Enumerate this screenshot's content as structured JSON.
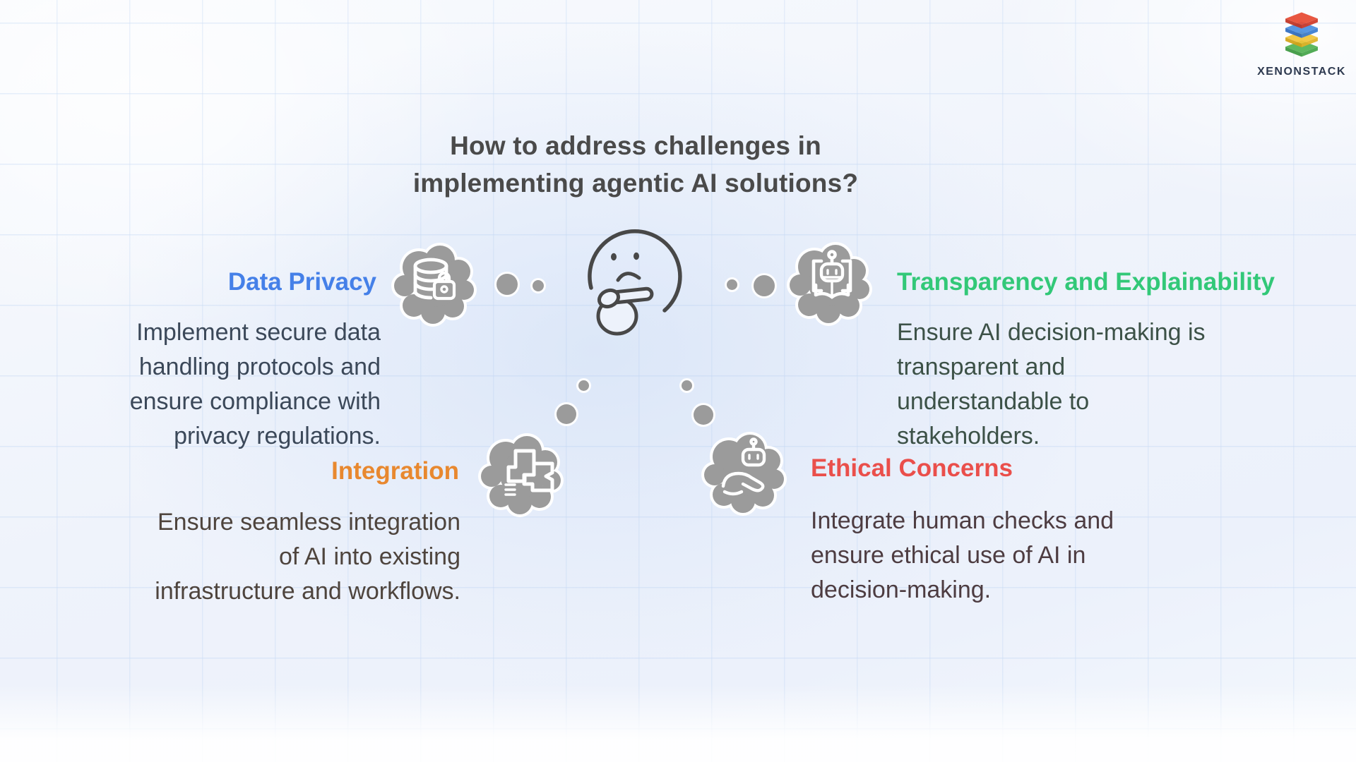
{
  "title": {
    "line1": "How to address challenges in",
    "line2": "implementing agentic AI solutions?"
  },
  "brand": {
    "wordmark": "XENONSTACK",
    "logo_layer_colors": [
      "#e64a33",
      "#4a8fe0",
      "#f1c438",
      "#56b457"
    ]
  },
  "sections": {
    "data_privacy": {
      "label": "Data Privacy",
      "color": "#4580e8",
      "icon": "database-lock-icon",
      "lines": [
        "Implement secure data",
        "handling protocols and",
        "ensure compliance with",
        "privacy regulations."
      ]
    },
    "transparency": {
      "label": "Transparency and Explainability",
      "color": "#32c878",
      "icon": "robot-book-icon",
      "lines": [
        "Ensure AI decision-making is",
        "transparent and",
        "understandable to",
        "stakeholders."
      ]
    },
    "integration": {
      "label": "Integration",
      "color": "#e8882f",
      "icon": "puzzle-integration-icon",
      "lines": [
        "Ensure seamless integration",
        "of AI into existing",
        "infrastructure and workflows."
      ]
    },
    "ethical": {
      "label": "Ethical Concerns",
      "color": "#ea4f4b",
      "icon": "hand-robot-icon",
      "lines": [
        "Integrate human checks and",
        "ensure ethical use of AI in",
        "decision-making."
      ]
    }
  },
  "center_figure": {
    "name": "thinking-face-emoji"
  },
  "cloud_color": "#9b9b9b"
}
